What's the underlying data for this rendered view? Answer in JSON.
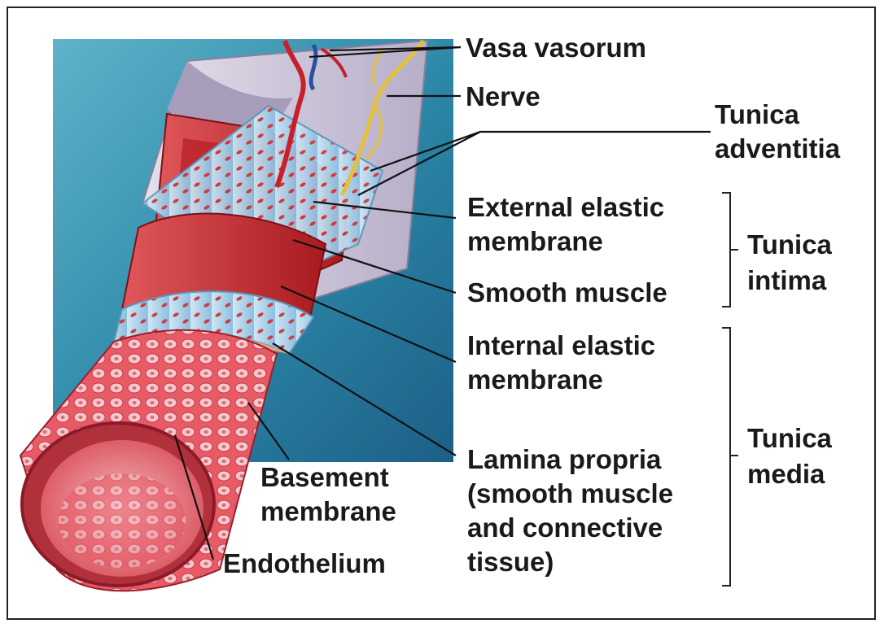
{
  "labels": {
    "vasa_vasorum": "Vasa vasorum",
    "nerve": "Nerve",
    "tunica_adventitia_1": "Tunica",
    "tunica_adventitia_2": "adventitia",
    "external_elastic_1": "External elastic",
    "external_elastic_2": "membrane",
    "smooth_muscle": "Smooth muscle",
    "tunica_intima_1": "Tunica",
    "tunica_intima_2": "intima",
    "internal_elastic_1": "Internal elastic",
    "internal_elastic_2": "membrane",
    "tunica_media_1": "Tunica",
    "tunica_media_2": "media",
    "lamina_1": "Lamina propria",
    "lamina_2": "(smooth muscle",
    "lamina_3": "and connective",
    "lamina_4": "tissue)",
    "basement_1": "Basement",
    "basement_2": "membrane",
    "endothelium": "Endothelium"
  },
  "colors": {
    "background_panel": "#2b86a6",
    "adventitia": "#c9c2d6",
    "elastic": "#9ccbe6",
    "muscle": "#c4262a",
    "endothelium": "#d94a55",
    "nerve": "#e3c23a",
    "leader_line": "#111111"
  }
}
